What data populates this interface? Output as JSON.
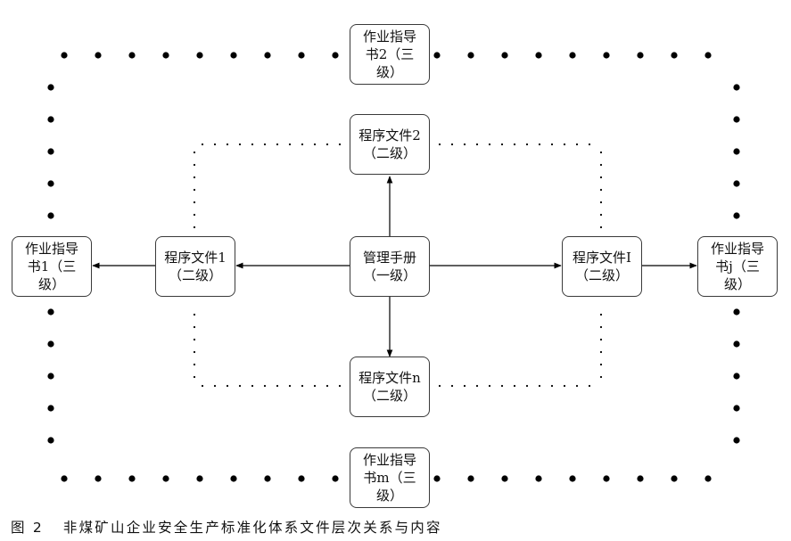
{
  "diagram": {
    "title": "非煤矿山企业安全生产标准化体系文件层次关系与内容",
    "figure_number": "图 2",
    "colors": {
      "line": "#000000",
      "box_border": "#3a3a3a",
      "text": "#111111"
    },
    "nodes": {
      "manual": {
        "lines": [
          "管理手册",
          "（一级）"
        ],
        "level": "一级"
      },
      "proc_left": {
        "lines": [
          "程序文件1",
          "（二级）"
        ],
        "level": "二级"
      },
      "proc_right": {
        "lines": [
          "程序文件I",
          "（二级）"
        ],
        "level": "二级"
      },
      "proc_top": {
        "lines": [
          "程序文件2",
          "（二级）"
        ],
        "level": "二级"
      },
      "proc_bottom": {
        "lines": [
          "程序文件n",
          "（二级）"
        ],
        "level": "二级"
      },
      "guide_left": {
        "lines": [
          "作业指导",
          "书1（三",
          "级）"
        ],
        "level": "三级"
      },
      "guide_right": {
        "lines": [
          "作业指导",
          "书j（三",
          "级）"
        ],
        "level": "三级"
      },
      "guide_top": {
        "lines": [
          "作业指导",
          "书2（三",
          "级）"
        ],
        "level": "三级"
      },
      "guide_bottom": {
        "lines": [
          "作业指导",
          "书m（三",
          "级）"
        ],
        "level": "三级"
      }
    },
    "edges": [
      {
        "from": "manual",
        "to": "proc_left"
      },
      {
        "from": "manual",
        "to": "proc_right"
      },
      {
        "from": "manual",
        "to": "proc_top"
      },
      {
        "from": "manual",
        "to": "proc_bottom"
      },
      {
        "from": "proc_left",
        "to": "guide_left"
      },
      {
        "from": "proc_right",
        "to": "guide_right"
      }
    ],
    "groups": [
      {
        "name": "second-level-boundary",
        "style": "small dotted"
      },
      {
        "name": "third-level-boundary",
        "style": "large dotted"
      }
    ]
  }
}
